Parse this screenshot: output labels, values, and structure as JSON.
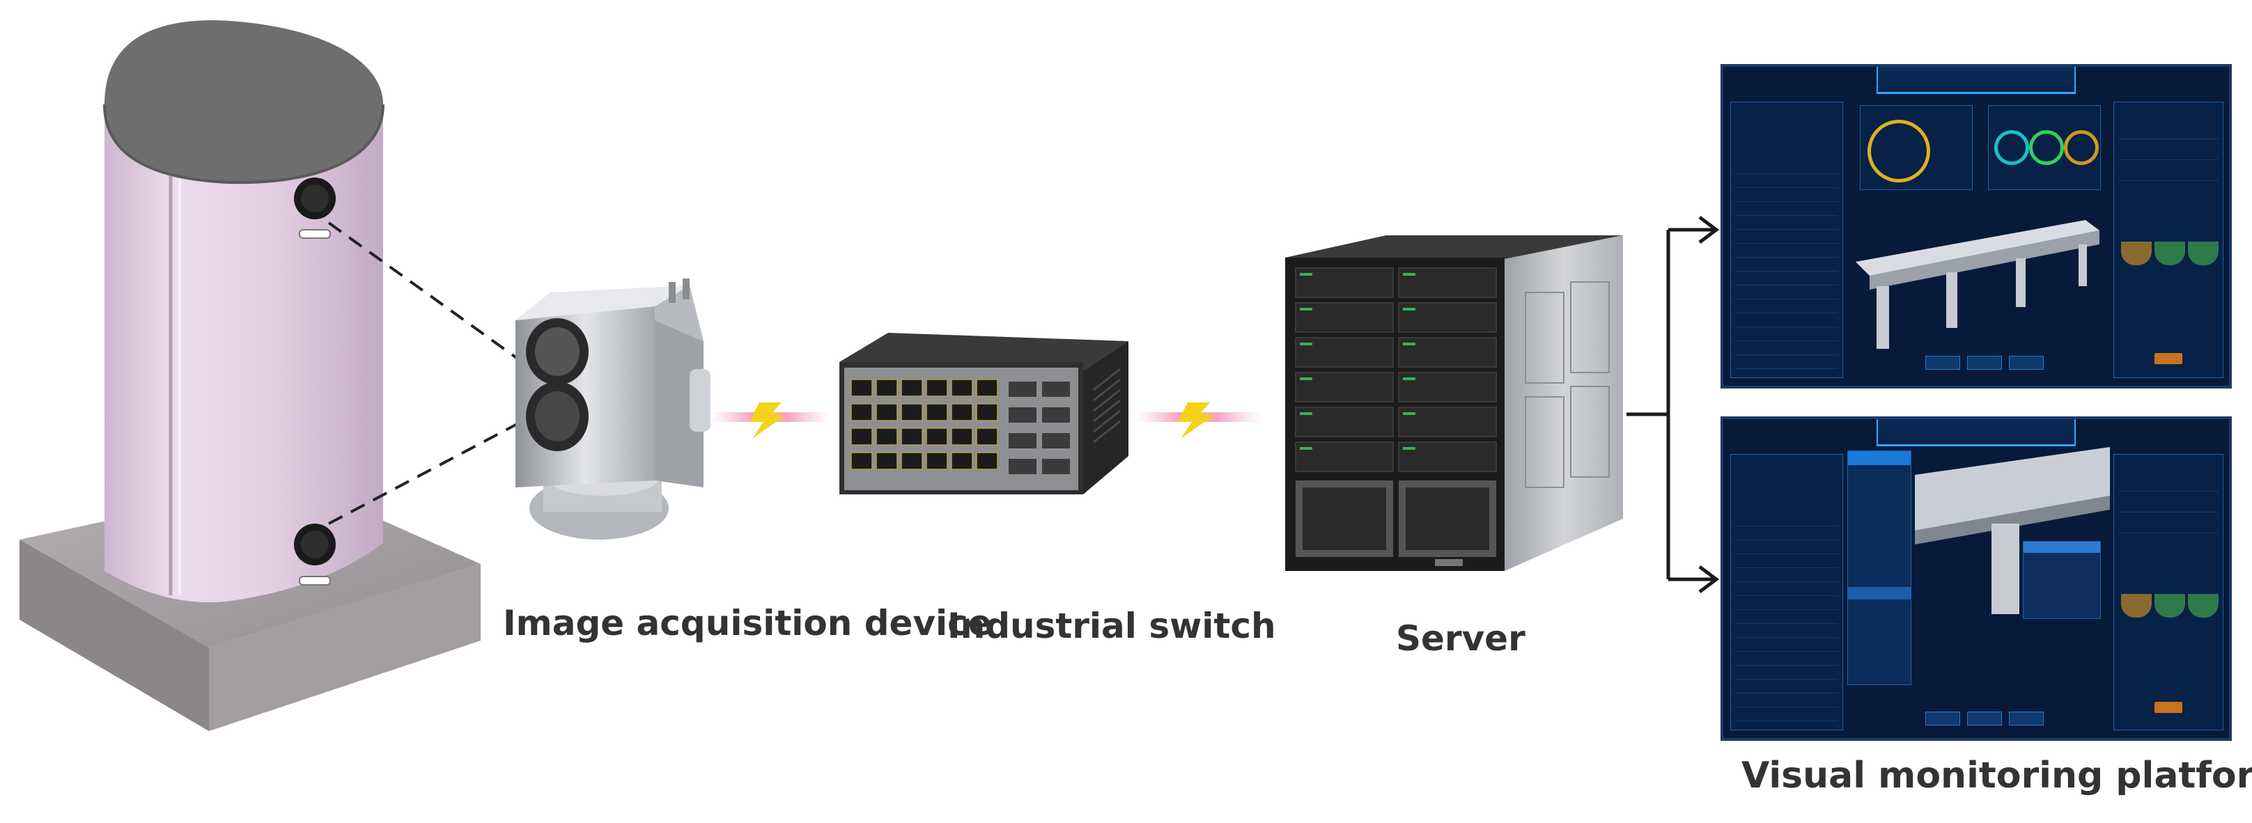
{
  "labels": {
    "acquisition": "Image acquisition device",
    "switch": "Industrial switch",
    "server": "Server",
    "platform": "Visual monitoring platform"
  },
  "colors": {
    "tank": "#e6d3e6",
    "tank_cap": "#6e6e6e",
    "base": "#9a9598",
    "camera_body": "#c9cbd0",
    "switch_body": "#2d2d2d",
    "server_body": "#1b1b1b",
    "server_side": "#b8bbc0",
    "arrow": "#1a1a1a",
    "bolt": "#f2d21b",
    "monitor_bg": "#071a3a",
    "label_text": "#333333"
  },
  "icons": [
    "storage-tank",
    "camera-device",
    "network-switch",
    "server-rack",
    "dashboard-screen",
    "lightning-bolt-icon",
    "arrow-icon"
  ]
}
